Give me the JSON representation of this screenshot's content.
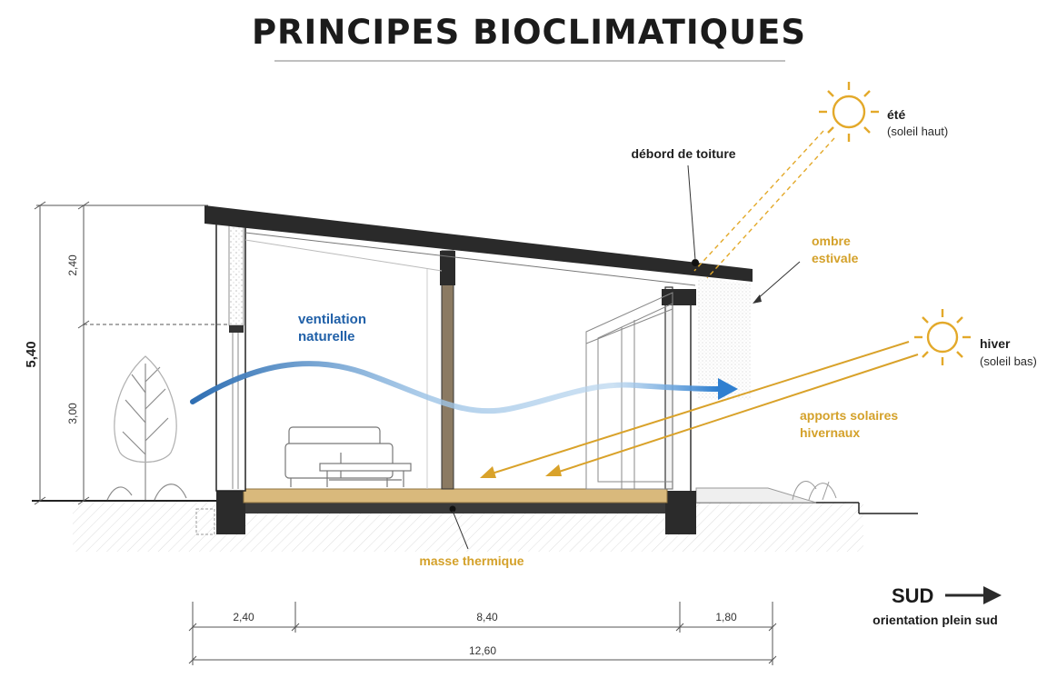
{
  "title": "PRINCIPES BIOCLIMATIQUES",
  "labels": {
    "roof_overhang": "débord de toiture",
    "summer_shade_1": "ombre",
    "summer_shade_2": "estivale",
    "ventilation_1": "ventilation",
    "ventilation_2": "naturelle",
    "winter_gains_1": "apports solaires",
    "winter_gains_2": "hivernaux",
    "thermal_mass": "masse thermique"
  },
  "suns": {
    "summer": {
      "name": "été",
      "note": "(soleil haut)"
    },
    "winter": {
      "name": "hiver",
      "note": "(soleil bas)"
    }
  },
  "dimensions": {
    "vertical_total": "5,40",
    "vertical_upper": "2,40",
    "vertical_lower": "3,00",
    "horizontal_left": "2,40",
    "horizontal_middle": "8,40",
    "horizontal_right": "1,80",
    "horizontal_total": "12,60"
  },
  "orientation": {
    "direction": "SUD",
    "caption": "orientation plein sud"
  },
  "colors": {
    "sun_gold": "#e3a92a",
    "label_gold": "#d4a12a",
    "ventilation_blue": "#2060a8",
    "structure_dark": "#222222",
    "floor_wood": "#d9b97c"
  }
}
